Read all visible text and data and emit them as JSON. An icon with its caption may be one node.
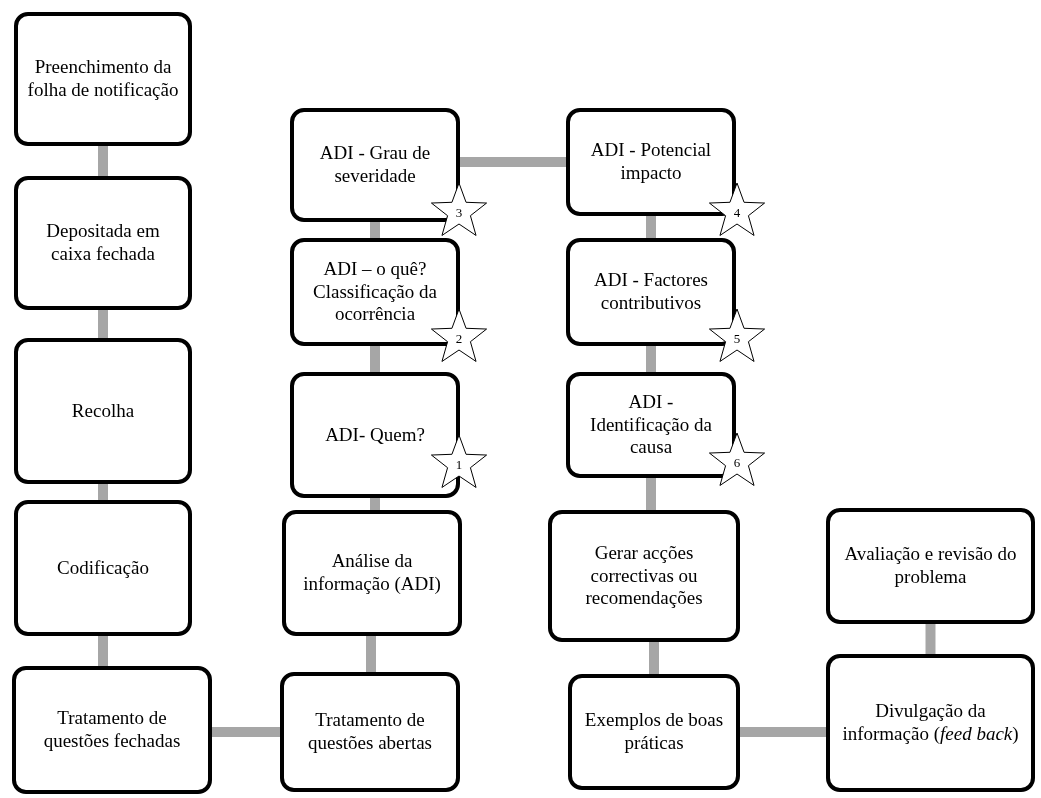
{
  "diagram": {
    "nodes": [
      {
        "text": [
          "Preenchimento da folha de notificação"
        ]
      },
      {
        "text": [
          "Depositada em caixa fechada"
        ]
      },
      {
        "text": [
          "Recolha"
        ]
      },
      {
        "text": [
          "Codificação"
        ]
      },
      {
        "text": [
          "Tratamento de questões fechadas"
        ]
      },
      {
        "text": [
          "ADI - Grau de severidade"
        ]
      },
      {
        "text": [
          "3"
        ]
      },
      {
        "text": [
          "ADI – o quê? Classificação da ocorrência"
        ]
      },
      {
        "text": [
          "2"
        ]
      },
      {
        "text": [
          "ADI- Quem?"
        ]
      },
      {
        "text": [
          "1"
        ]
      },
      {
        "text": [
          "Análise da informação (ADI)"
        ]
      },
      {
        "text": [
          "Tratamento de questões abertas"
        ]
      },
      {
        "text": [
          "ADI - Potencial impacto"
        ]
      },
      {
        "text": [
          "4"
        ]
      },
      {
        "text": [
          "ADI - Factores contributivos"
        ]
      },
      {
        "text": [
          "5"
        ]
      },
      {
        "text": [
          "ADI - Identificação da causa"
        ]
      },
      {
        "text": [
          "6"
        ]
      },
      {
        "text": [
          "Gerar acções correctivas ou recomendações"
        ]
      },
      {
        "text": [
          "Exemplos de boas práticas"
        ]
      },
      {
        "text": [
          "Avaliação e revisão do problema"
        ]
      },
      {
        "text": [
          "Divulgação da informação (*feed back*)"
        ]
      }
    ],
    "edges": [
      {
        "from": 0,
        "to": 1,
        "arrow": "none"
      },
      {
        "from": 1,
        "to": 2,
        "arrow": "none"
      },
      {
        "from": 2,
        "to": 3,
        "arrow": "none"
      },
      {
        "from": 3,
        "to": 4,
        "arrow": "none"
      },
      {
        "from": 4,
        "to": 12,
        "arrow": "none"
      },
      {
        "from": 12,
        "to": 11,
        "arrow": "none"
      },
      {
        "from": 11,
        "to": 9,
        "arrow": "none"
      },
      {
        "from": 9,
        "to": 7,
        "arrow": "none"
      },
      {
        "from": 7,
        "to": 5,
        "arrow": "none"
      },
      {
        "from": 5,
        "to": 13,
        "arrow": "none"
      },
      {
        "from": 13,
        "to": 15,
        "arrow": "none"
      },
      {
        "from": 15,
        "to": 17,
        "arrow": "none"
      },
      {
        "from": 17,
        "to": 19,
        "arrow": "none"
      },
      {
        "from": 19,
        "to": 20,
        "arrow": "none"
      },
      {
        "from": 20,
        "to": 22,
        "arrow": "none"
      },
      {
        "from": 22,
        "to": 21,
        "arrow": "none"
      }
    ]
  }
}
